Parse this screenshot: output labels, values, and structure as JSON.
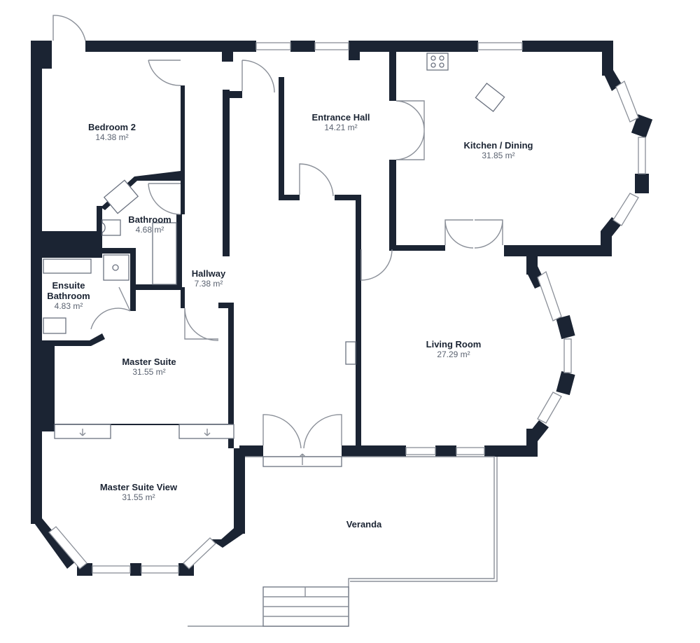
{
  "rooms": {
    "bedroom2": {
      "name": "Bedroom 2",
      "area": "14.38 m²"
    },
    "bathroom": {
      "name": "Bathroom",
      "area": "4.68 m²"
    },
    "ensuite": {
      "name": "Ensuite\nBathroom",
      "area": "4.83 m²"
    },
    "hallway": {
      "name": "Hallway",
      "area": "7.38 m²"
    },
    "entrance": {
      "name": "Entrance Hall",
      "area": "14.21 m²"
    },
    "kitchen": {
      "name": "Kitchen / Dining",
      "area": "31.85 m²"
    },
    "living": {
      "name": "Living Room",
      "area": "27.29 m²"
    },
    "master": {
      "name": "Master Suite",
      "area": "31.55 m²"
    },
    "masterview": {
      "name": "Master Suite View",
      "area": "31.55 m²"
    },
    "veranda": {
      "name": "Veranda"
    }
  },
  "colors": {
    "wall": "#1b2433",
    "fixture": "#8a8f98",
    "background": "#ffffff"
  }
}
